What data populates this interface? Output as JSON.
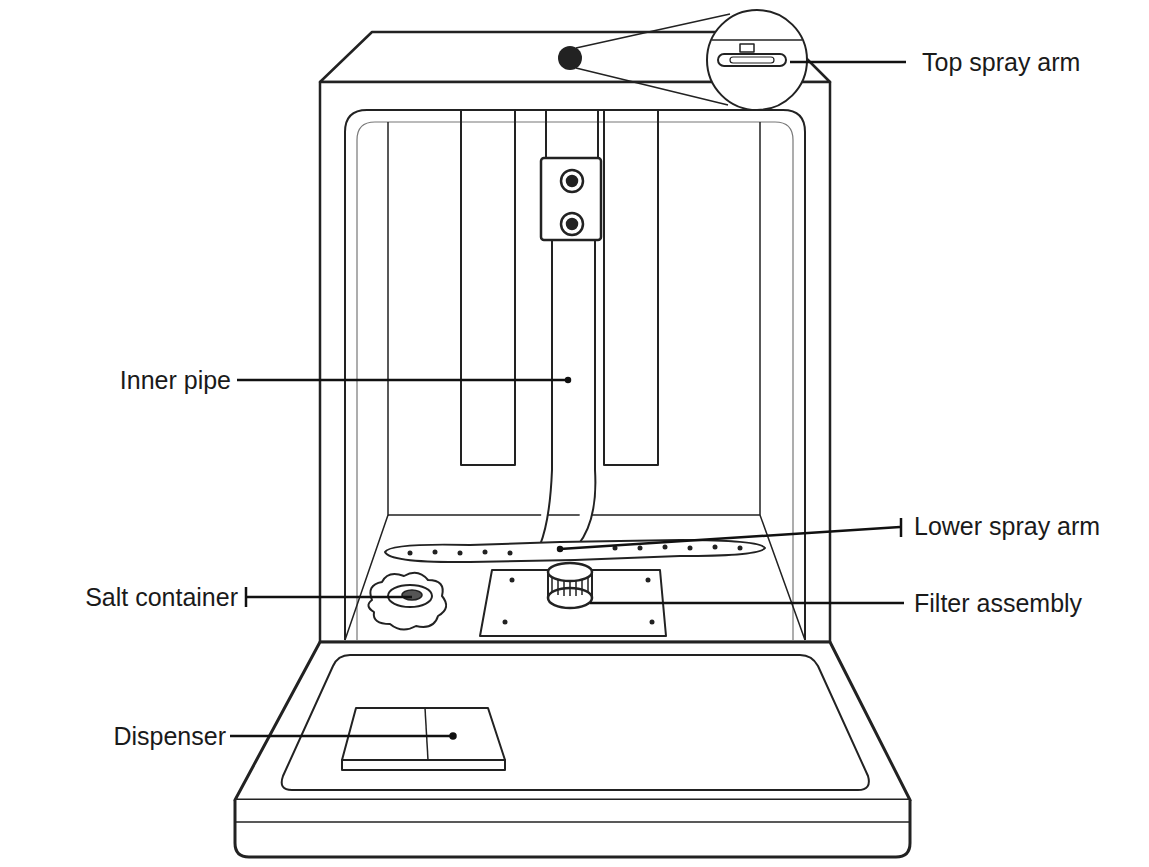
{
  "diagram": {
    "labels": [
      "Top spray arm",
      "Inner pipe",
      "Lower spray arm",
      "Salt container",
      "Filter assembly",
      "Dispenser"
    ]
  }
}
